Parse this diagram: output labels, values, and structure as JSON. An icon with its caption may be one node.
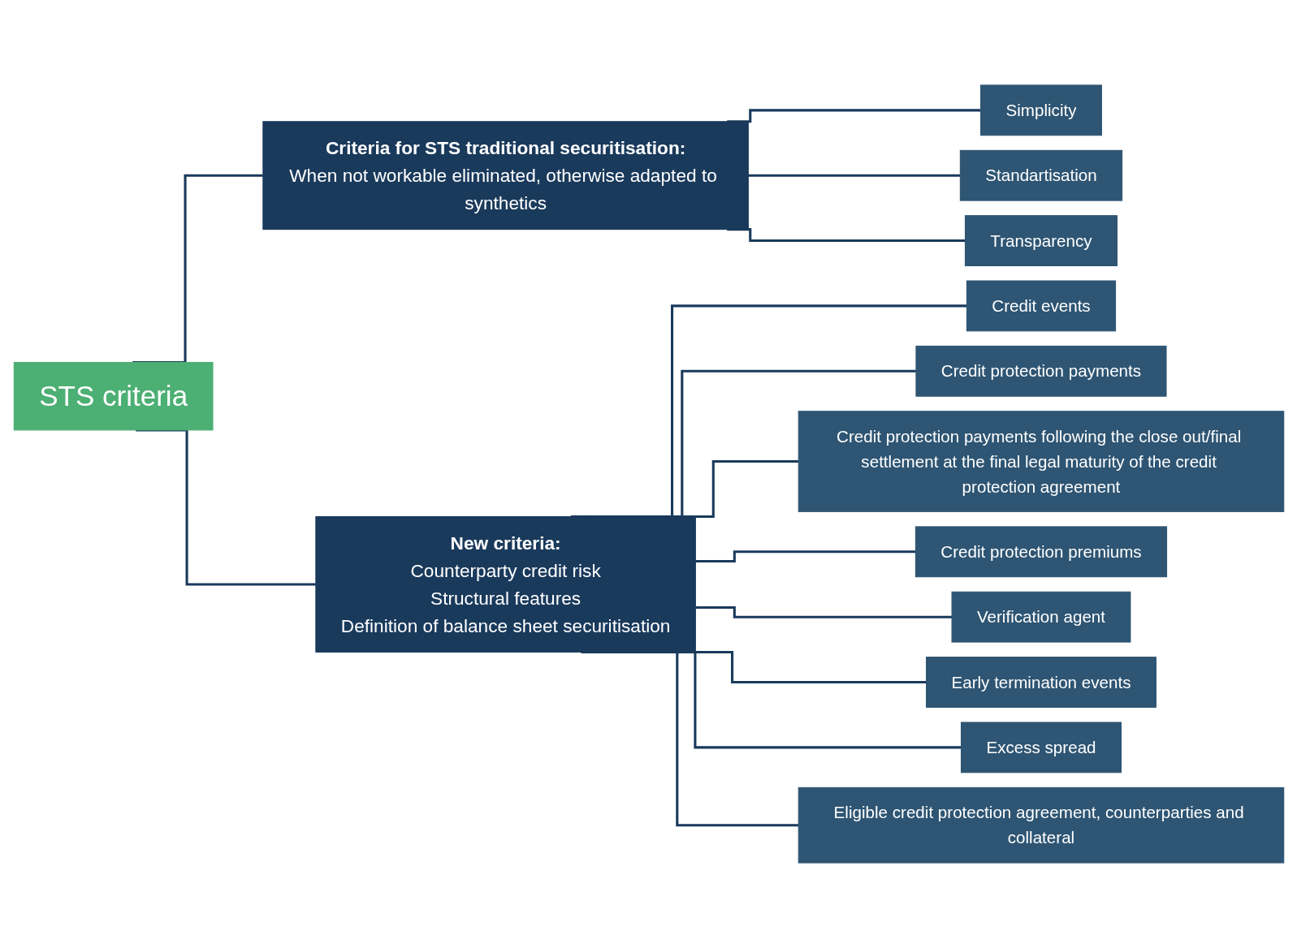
{
  "diagram": {
    "nodes": [
      {
        "text": [
          "STS criteria"
        ]
      },
      {
        "text": [
          "Criteria for STS traditional securitisation:",
          "When not workable eliminated, otherwise adapted to synthetics"
        ]
      },
      {
        "text": [
          "Simplicity"
        ]
      },
      {
        "text": [
          "Standartisation"
        ]
      },
      {
        "text": [
          "Transparency"
        ]
      },
      {
        "text": [
          "New criteria:",
          "Counterparty credit risk",
          "Structural features",
          "Definition of balance sheet securitisation"
        ]
      },
      {
        "text": [
          "Credit events"
        ]
      },
      {
        "text": [
          "Credit protection payments"
        ]
      },
      {
        "text": [
          "Credit protection payments following the close out/final settlement at the final legal maturity of the credit protection agreement"
        ]
      },
      {
        "text": [
          "Credit protection premiums"
        ]
      },
      {
        "text": [
          "Verification agent"
        ]
      },
      {
        "text": [
          "Early termination events"
        ]
      },
      {
        "text": [
          "Excess spread"
        ]
      },
      {
        "text": [
          "Eligible credit protection agreement, counterparties and collateral"
        ]
      }
    ],
    "edges": [
      {
        "from": 0,
        "to": 1,
        "arrow": "none"
      },
      {
        "from": 0,
        "to": 5,
        "arrow": "none"
      },
      {
        "from": 1,
        "to": 2,
        "arrow": "none"
      },
      {
        "from": 1,
        "to": 3,
        "arrow": "none"
      },
      {
        "from": 1,
        "to": 4,
        "arrow": "none"
      },
      {
        "from": 5,
        "to": 6,
        "arrow": "none"
      },
      {
        "from": 5,
        "to": 7,
        "arrow": "none"
      },
      {
        "from": 5,
        "to": 8,
        "arrow": "none"
      },
      {
        "from": 5,
        "to": 9,
        "arrow": "none"
      },
      {
        "from": 5,
        "to": 10,
        "arrow": "none"
      },
      {
        "from": 5,
        "to": 11,
        "arrow": "none"
      },
      {
        "from": 5,
        "to": 12,
        "arrow": "none"
      },
      {
        "from": 5,
        "to": 13,
        "arrow": "none"
      }
    ]
  }
}
